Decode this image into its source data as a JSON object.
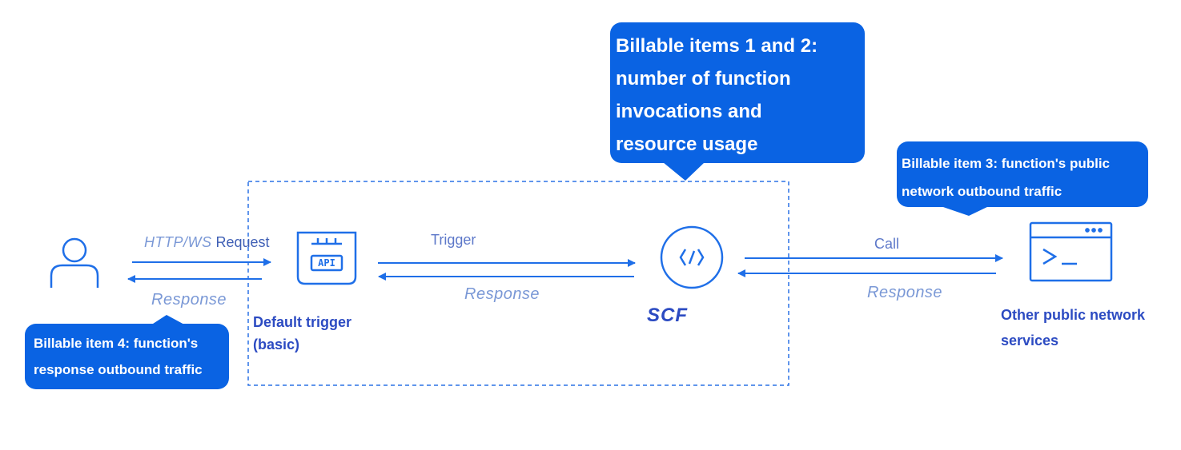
{
  "callouts": {
    "billable_1_2": {
      "lines": [
        "Billable items 1 and 2:",
        "number of function",
        "invocations and",
        "resource usage"
      ]
    },
    "billable_3": {
      "lines": [
        "Billable item 3: function's public",
        "network outbound traffic"
      ]
    },
    "billable_4": {
      "lines": [
        "Billable item 4: function's",
        "response outbound traffic"
      ]
    }
  },
  "nodes": {
    "default_trigger": {
      "lines": [
        "Default trigger",
        "(basic)"
      ],
      "icon_text": "API"
    },
    "scf": {
      "label": "SCF"
    },
    "other_services": {
      "lines": [
        "Other public network",
        "services"
      ]
    }
  },
  "arrows": {
    "http_request": {
      "prefix": "HTTP/WS",
      "suffix": "Request"
    },
    "response_left": "Response",
    "trigger": "Trigger",
    "response_middle": "Response",
    "call": "Call",
    "response_right": "Response"
  },
  "colors": {
    "accent": "#0a63e3",
    "label_blue": "#2c4bc2",
    "line_blue": "#1f6fe8"
  }
}
